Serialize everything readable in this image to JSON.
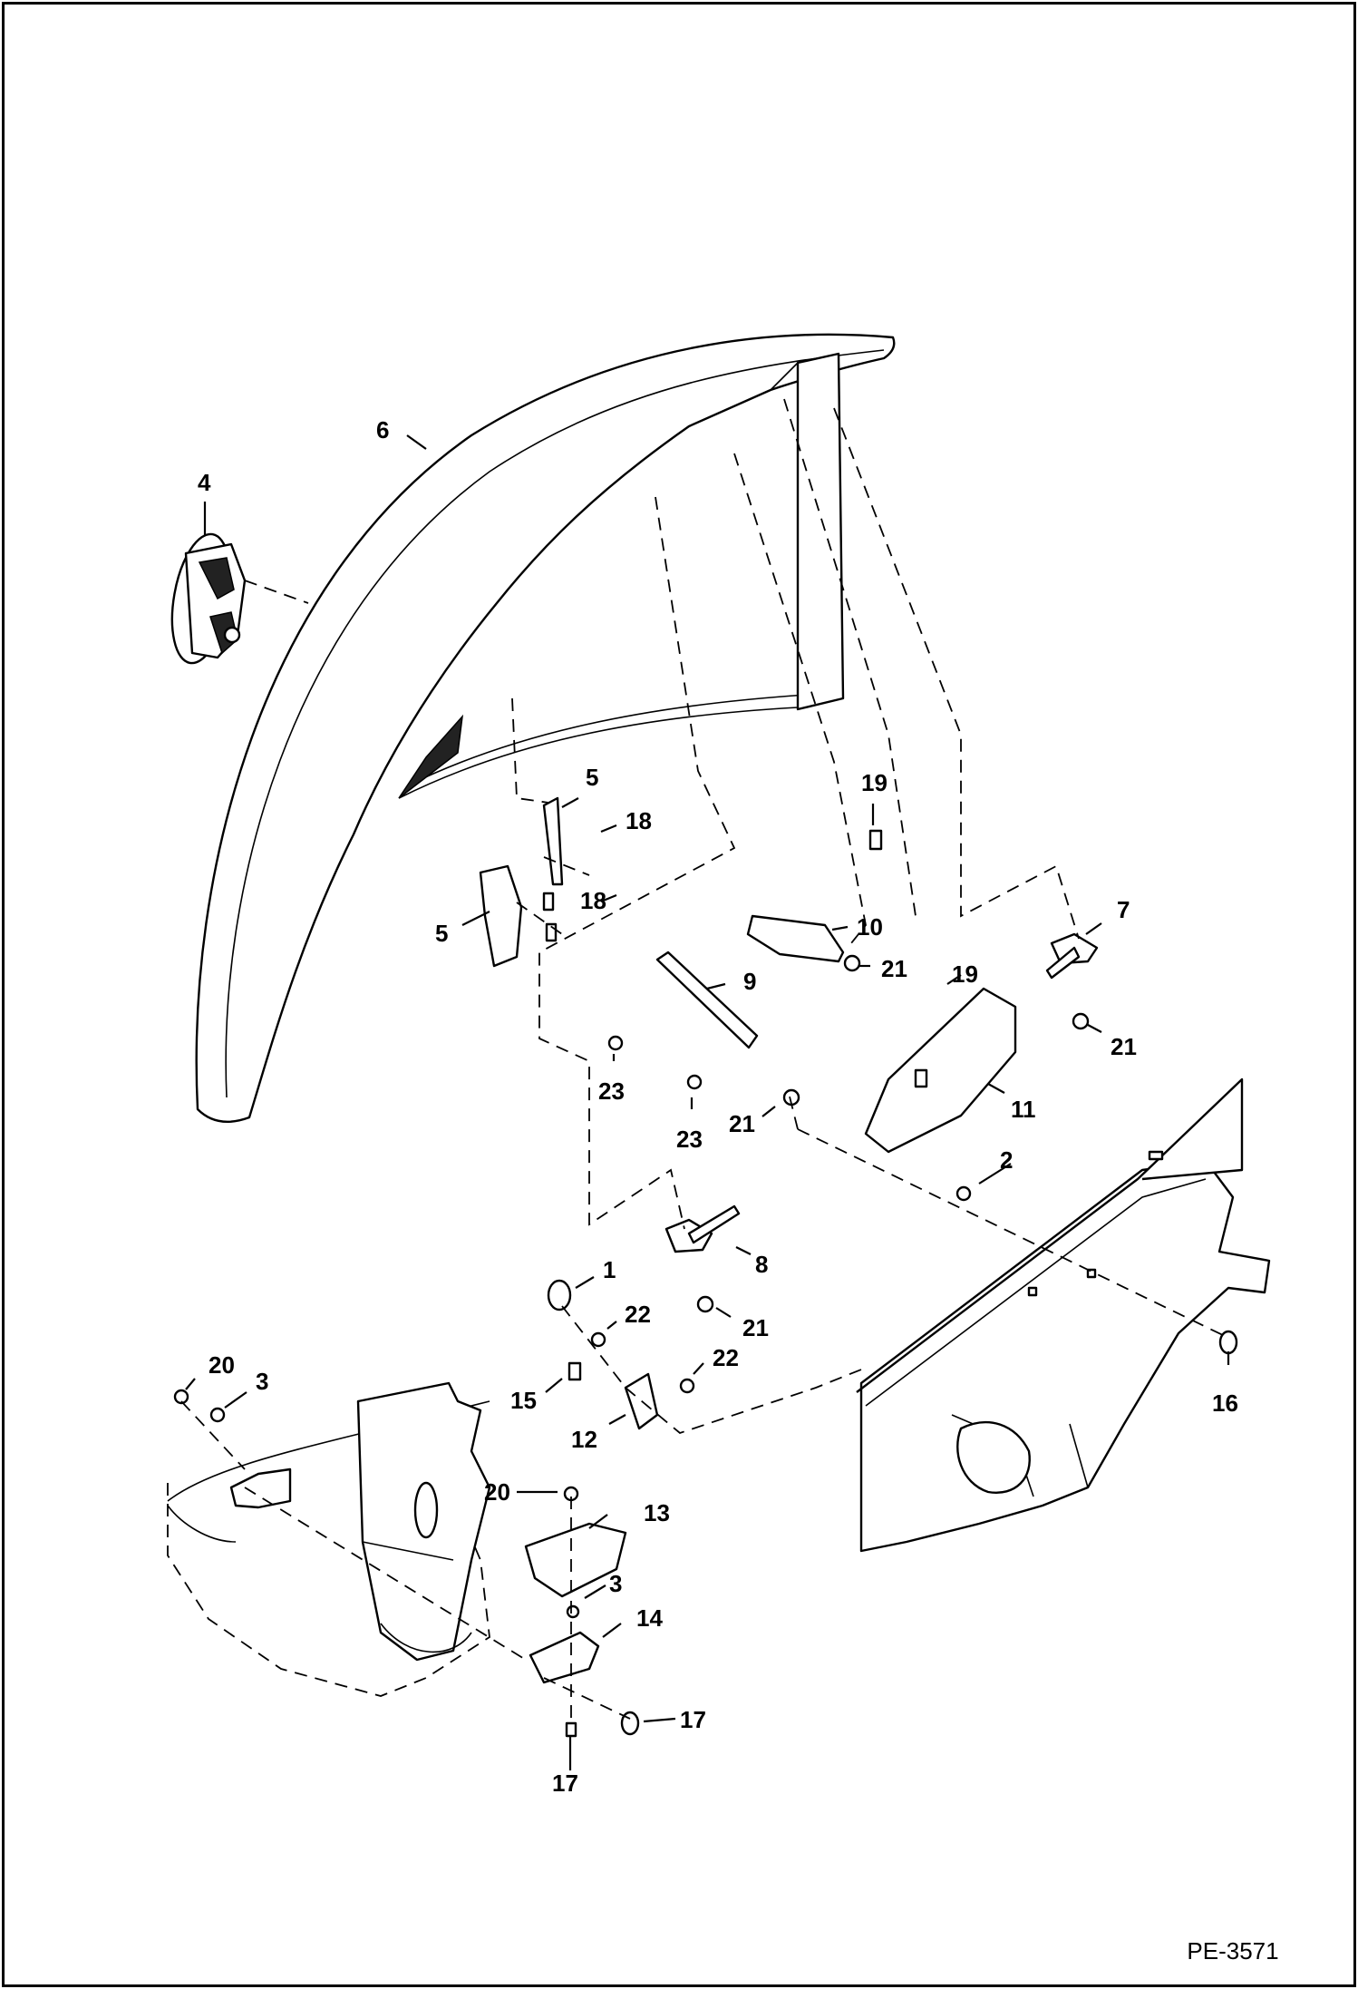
{
  "diagram": {
    "reference_code": "PE-3571",
    "callouts": [
      {
        "id": "c1",
        "label": "1"
      },
      {
        "id": "c2",
        "label": "2"
      },
      {
        "id": "c3a",
        "label": "3"
      },
      {
        "id": "c3b",
        "label": "3"
      },
      {
        "id": "c4",
        "label": "4"
      },
      {
        "id": "c5a",
        "label": "5"
      },
      {
        "id": "c5b",
        "label": "5"
      },
      {
        "id": "c6",
        "label": "6"
      },
      {
        "id": "c7",
        "label": "7"
      },
      {
        "id": "c8",
        "label": "8"
      },
      {
        "id": "c9",
        "label": "9"
      },
      {
        "id": "c10",
        "label": "10"
      },
      {
        "id": "c11",
        "label": "11"
      },
      {
        "id": "c12",
        "label": "12"
      },
      {
        "id": "c13",
        "label": "13"
      },
      {
        "id": "c14",
        "label": "14"
      },
      {
        "id": "c15",
        "label": "15"
      },
      {
        "id": "c16",
        "label": "16"
      },
      {
        "id": "c17a",
        "label": "17"
      },
      {
        "id": "c17b",
        "label": "17"
      },
      {
        "id": "c18a",
        "label": "18"
      },
      {
        "id": "c18b",
        "label": "18"
      },
      {
        "id": "c19a",
        "label": "19"
      },
      {
        "id": "c19b",
        "label": "19"
      },
      {
        "id": "c20a",
        "label": "20"
      },
      {
        "id": "c20b",
        "label": "20"
      },
      {
        "id": "c21a",
        "label": "21"
      },
      {
        "id": "c21b",
        "label": "21"
      },
      {
        "id": "c21c",
        "label": "21"
      },
      {
        "id": "c21d",
        "label": "21"
      },
      {
        "id": "c22a",
        "label": "22"
      },
      {
        "id": "c22b",
        "label": "22"
      },
      {
        "id": "c23a",
        "label": "23"
      },
      {
        "id": "c23b",
        "label": "23"
      }
    ]
  }
}
